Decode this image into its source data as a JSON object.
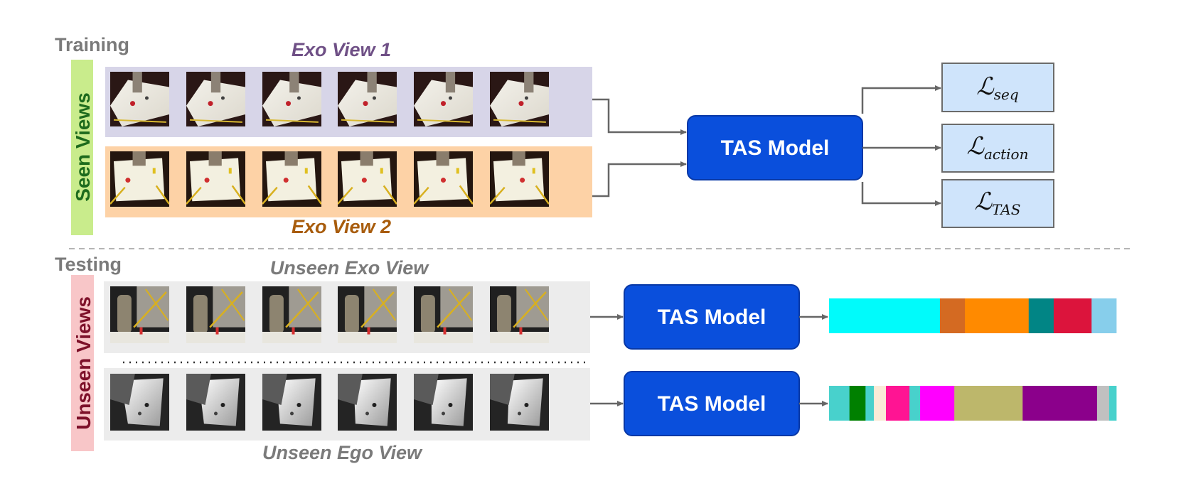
{
  "training": {
    "section_label": "Training",
    "side_label": "Seen Views",
    "exo_view_1_label": "Exo View 1",
    "exo_view_2_label": "Exo View 2",
    "model_label": "TAS Model",
    "losses": [
      {
        "symbol": "ℒ",
        "sub": "seq"
      },
      {
        "symbol": "ℒ",
        "sub": "action"
      },
      {
        "symbol": "ℒ",
        "sub": "TAS"
      }
    ]
  },
  "testing": {
    "section_label": "Testing",
    "side_label": "Unseen Views",
    "exo_view_label": "Unseen Exo View",
    "ego_view_label": "Unseen Ego View",
    "model_label": "TAS Model"
  },
  "colors": {
    "exo1_band": "#d7d5e8",
    "exo2_band": "#fdd2a6",
    "test_band": "#ececec",
    "seen_tag": "#c9ec8c",
    "unseen_tag": "#f8c6c8",
    "model_fill": "#0a4fdc",
    "loss_fill": "#cfe4fb",
    "exo1_text": "#6f5086",
    "exo2_text": "#a85c0c"
  },
  "segments": {
    "exo_prediction": [
      {
        "w": 0.386,
        "color": "#00fbfb"
      },
      {
        "w": 0.087,
        "color": "#d46a22"
      },
      {
        "w": 0.222,
        "color": "#ff8a00"
      },
      {
        "w": 0.087,
        "color": "#018585"
      },
      {
        "w": 0.132,
        "color": "#dc143c"
      },
      {
        "w": 0.086,
        "color": "#87ceeb"
      }
    ],
    "ego_prediction": [
      {
        "w": 0.071,
        "color": "#48d1cc"
      },
      {
        "w": 0.056,
        "color": "#008000"
      },
      {
        "w": 0.029,
        "color": "#48d1cc"
      },
      {
        "w": 0.042,
        "color": "#faebd7"
      },
      {
        "w": 0.082,
        "color": "#ff1493"
      },
      {
        "w": 0.037,
        "color": "#48d1cc"
      },
      {
        "w": 0.119,
        "color": "#ff00ff"
      },
      {
        "w": 0.238,
        "color": "#bdb76b"
      },
      {
        "w": 0.259,
        "color": "#8b008b"
      },
      {
        "w": 0.042,
        "color": "#c0c0c0"
      },
      {
        "w": 0.025,
        "color": "#48d1cc"
      }
    ]
  }
}
